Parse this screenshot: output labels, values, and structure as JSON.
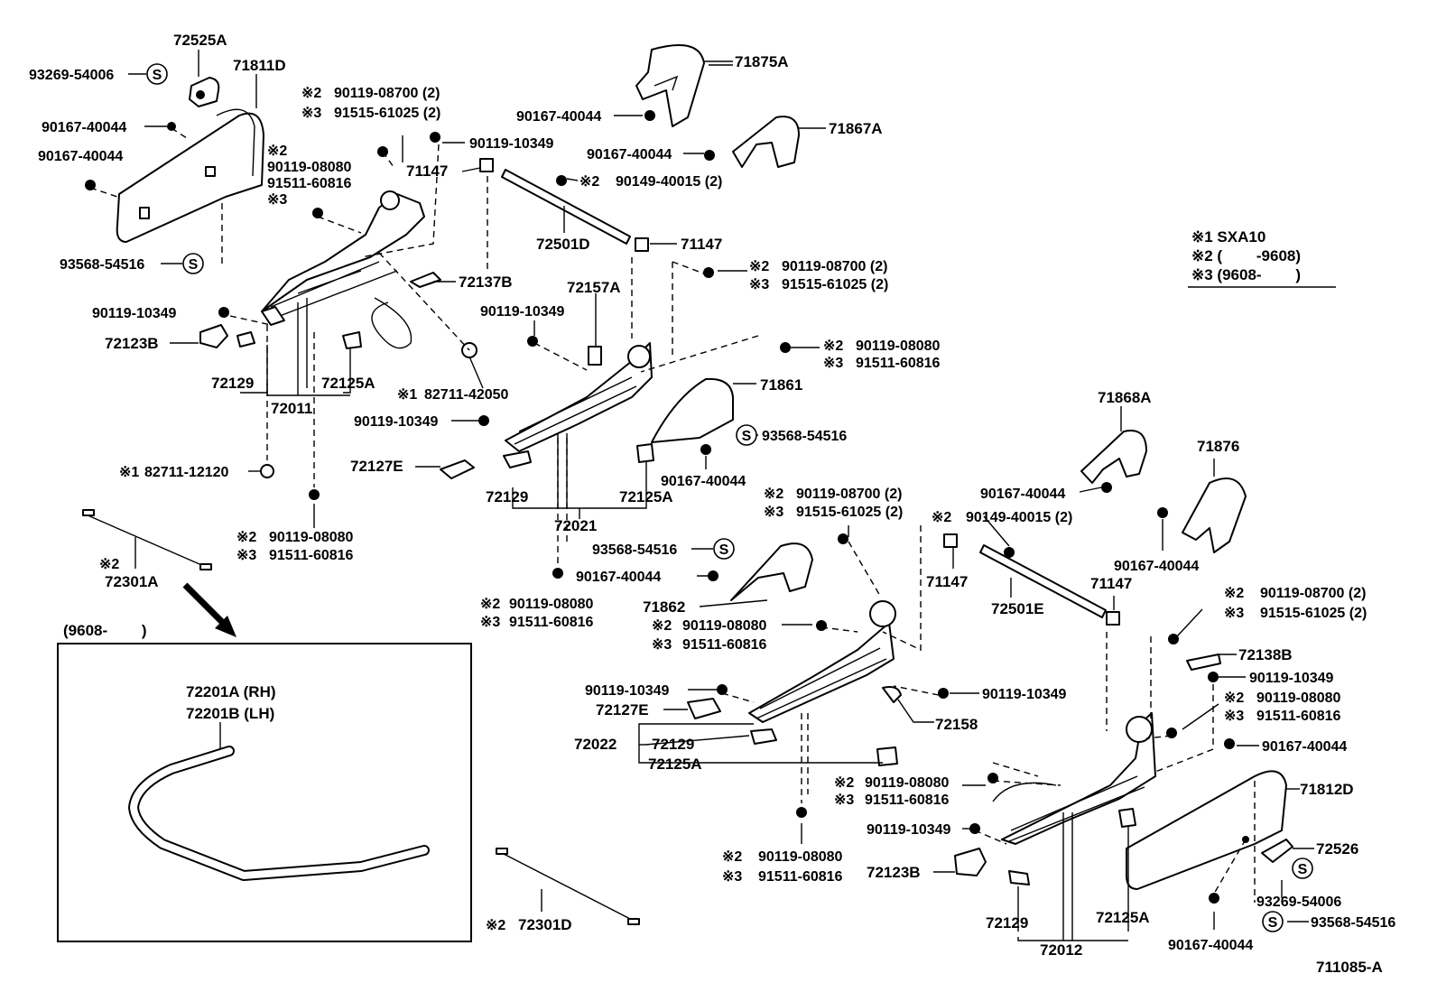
{
  "labels": {
    "p72525A": "72525A",
    "p93269_54006_a": "93269-54006",
    "p71811D": "71811D",
    "p90167_40044_a": "90167-40044",
    "p90167_40044_b": "90167-40044",
    "p93568_54516_a": "93568-54516",
    "n2_a": "※2",
    "p90119_08080_a": "90119-08080",
    "p91511_60816_a": "91511-60816",
    "n3_a": "※3",
    "n2_b": "※2",
    "p90119_08700_a": "90119-08700 (2)",
    "n3_b": "※3",
    "p91515_61025_a": "91515-61025 (2)",
    "p90119_10349_a": "90119-10349",
    "p71147_a": "71147",
    "n2_c": "※2",
    "p90149_40015_a": "90149-40015 (2)",
    "p72501D": "72501D",
    "p71147_b": "71147",
    "p71875A": "71875A",
    "p90167_40044_c": "90167-40044",
    "p71867A": "71867A",
    "p90167_40044_d": "90167-40044",
    "p72137B": "72137B",
    "p72157A": "72157A",
    "p90119_10349_b": "90119-10349",
    "p72123B_a": "72123B",
    "p72129_a": "72129",
    "p72125A_a": "72125A",
    "p72011": "72011",
    "n1_a": "※1",
    "p82711_42050": "82711-42050",
    "p90119_10349_c": "90119-10349",
    "n2_d": "※2",
    "p90119_08700_b": "90119-08700 (2)",
    "n3_d": "※3",
    "p91515_61025_b": "91515-61025 (2)",
    "n2_e": "※2",
    "p90119_08080_b": "90119-08080",
    "n3_e": "※3",
    "p91511_60816_b": "91511-60816",
    "p71861": "71861",
    "p93568_54516_b": "93568-54516",
    "p90167_40044_e": "90167-40044",
    "p90119_10349_d": "90119-10349",
    "n1_b": "※1",
    "p82711_12120": "82711-12120",
    "p72127E_a": "72127E",
    "p72129_b": "72129",
    "p72125A_b": "72125A",
    "p72021": "72021",
    "n2_f": "※2",
    "p90119_08080_c": "90119-08080",
    "n3_f": "※3",
    "p91511_60816_c": "91511-60816",
    "n2_g": "※2",
    "p72301A": "72301A",
    "legend1": "※1 SXA10",
    "legend2": "※2 (        -9608)",
    "legend3": "※3 (9608-        )",
    "p71868A": "71868A",
    "p71876": "71876",
    "p90167_40044_f": "90167-40044",
    "p90167_40044_g": "90167-40044",
    "n2_h": "※2",
    "p90119_08700_c": "90119-08700 (2)",
    "n3_h": "※3",
    "p91515_61025_c": "91515-61025 (2)",
    "n2_i": "※2",
    "p90149_40015_b": "90149-40015 (2)",
    "p71147_c": "71147",
    "p71147_d": "71147",
    "p72501E": "72501E",
    "p93568_54516_c": "93568-54516",
    "p90167_40044_h": "90167-40044",
    "p71862": "71862",
    "n2_j": "※2",
    "p90119_08080_d": "90119-08080",
    "n3_j": "※3",
    "p91511_60816_d": "91511-60816",
    "n2_k": "※2",
    "p90119_08080_e": "90119-08080",
    "n3_k": "※3",
    "p91511_60816_e": "91511-60816",
    "n2_l": "※2",
    "p90119_08700_d": "90119-08700 (2)",
    "n3_l": "※3",
    "p91515_61025_d": "91515-61025 (2)",
    "p72138B": "72138B",
    "p90119_10349_e": "90119-10349",
    "n2_m": "※2",
    "p90119_08080_f": "90119-08080",
    "n3_m": "※3",
    "p91511_60816_f": "91511-60816",
    "p90167_40044_i": "90167-40044",
    "p90119_10349_f": "90119-10349",
    "p72127E_b": "72127E",
    "p90119_10349_g": "90119-10349",
    "p72022": "72022",
    "p72129_c": "72129",
    "p72125A_c": "72125A",
    "p72158": "72158",
    "n2_n": "※2",
    "p90119_08080_g": "90119-08080",
    "n3_n": "※3",
    "p91511_60816_g": "91511-60816",
    "p71812D": "71812D",
    "p90119_10349_h": "90119-10349",
    "n2_o": "※2",
    "p90119_08080_h": "90119-08080",
    "n3_o": "※3",
    "p91511_60816_h": "91511-60816",
    "p72123B_b": "72123B",
    "p72526": "72526",
    "p93269_54006_b": "93269-54006",
    "p93568_54516_d": "93568-54516",
    "p72129_d": "72129",
    "p72125A_d": "72125A",
    "p72012": "72012",
    "p90167_40044_j": "90167-40044",
    "n2_p": "※2",
    "p72301D": "72301D",
    "inset_range": "(9608-        )",
    "p72201A": "72201A (RH)",
    "p72201B": "72201B (LH)",
    "s_a": "S",
    "s_b": "S",
    "s_c": "S",
    "s_d": "S",
    "s_e": "S",
    "s_f": "S",
    "figure_code": "711085-A"
  }
}
